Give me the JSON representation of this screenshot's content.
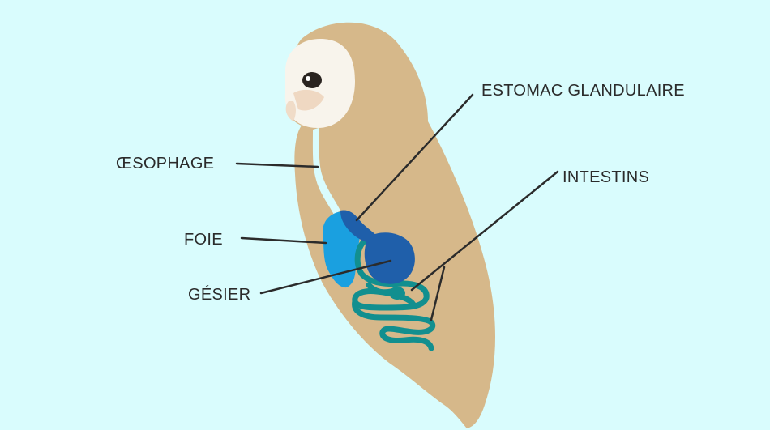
{
  "labels": {
    "oesophage": "ŒSOPHAGE",
    "foie": "FOIE",
    "gesier": "GÉSIER",
    "estomac": "ESTOMAC GLANDULAIRE",
    "intestins": "INTESTINS"
  },
  "colors": {
    "background": "#d9fcfd",
    "body": "#d6b88a",
    "face": "#f8f4ec",
    "oesophage": "#d9fcfd",
    "foie": "#1aa0e0",
    "estomac": "#1f5faa",
    "intestins": "#128f8f",
    "line": "#2b2b2b"
  }
}
